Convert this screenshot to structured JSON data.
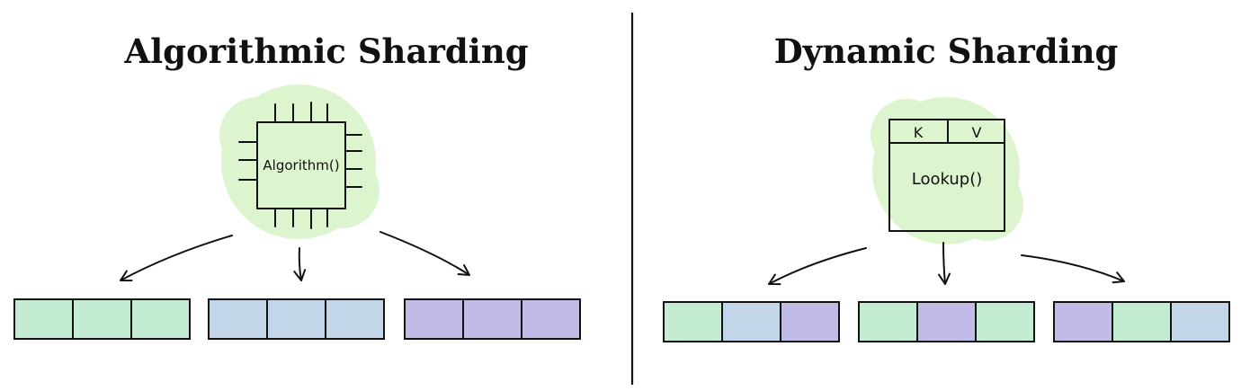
{
  "left_panel": {
    "title": "Algorithmic Sharding",
    "box_label": "Algorithm()",
    "shard_groups": [
      [
        "green",
        "green",
        "green"
      ],
      [
        "blue",
        "blue",
        "blue"
      ],
      [
        "purple",
        "purple",
        "purple"
      ]
    ]
  },
  "right_panel": {
    "title": "Dynamic Sharding",
    "table_header_key": "K",
    "table_header_value": "V",
    "box_label": "Lookup()",
    "shard_groups": [
      [
        "green",
        "blue",
        "purple"
      ],
      [
        "green",
        "purple",
        "green"
      ],
      [
        "purple",
        "green",
        "blue"
      ]
    ]
  },
  "colors": {
    "green": "#c4ecd2",
    "blue": "#c3d5e8",
    "purple": "#c1bbe8",
    "box_fill": "#dcf5cf",
    "ink": "#111111"
  }
}
